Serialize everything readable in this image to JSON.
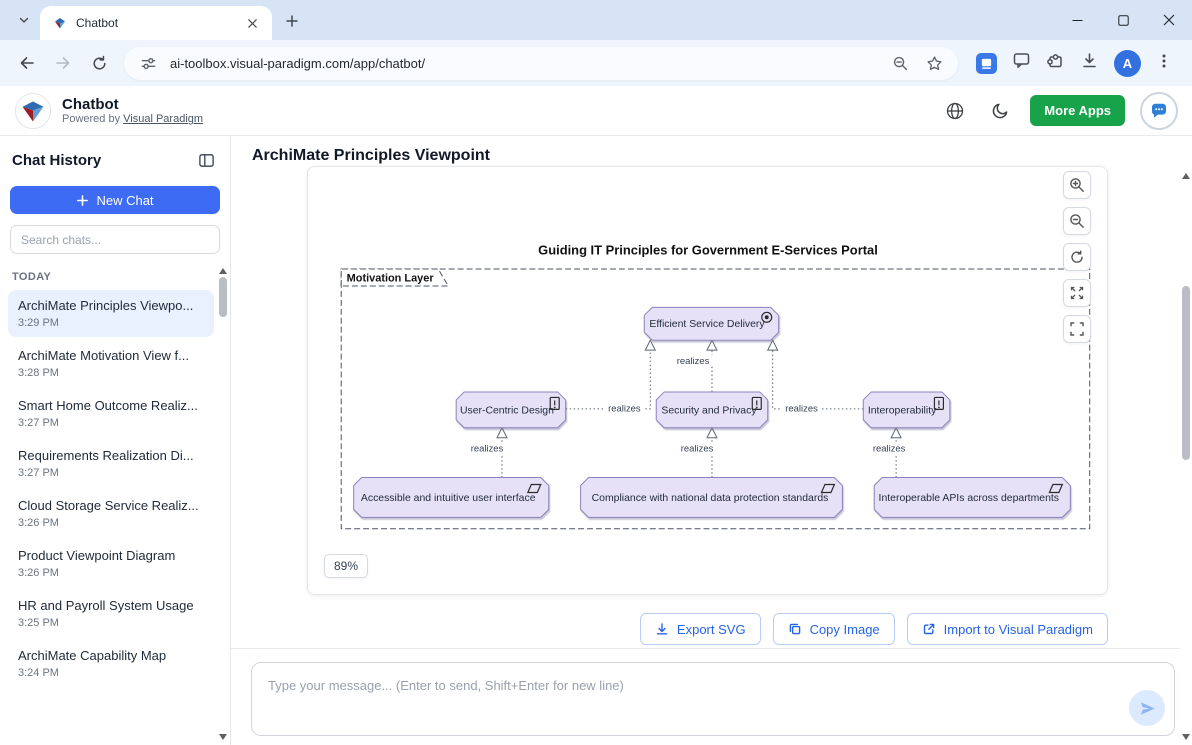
{
  "browser": {
    "tab_title": "Chatbot",
    "url": "ai-toolbox.visual-paradigm.com/app/chatbot/",
    "profile_initial": "A"
  },
  "header": {
    "app_title": "Chatbot",
    "powered_by": "Powered by",
    "brand_link": "Visual Paradigm",
    "more_apps": "More Apps"
  },
  "sidebar": {
    "title": "Chat History",
    "new_chat": "New Chat",
    "search_placeholder": "Search chats...",
    "section": "TODAY",
    "chats": [
      {
        "title": "ArchiMate Principles Viewpo...",
        "time": "3:29 PM"
      },
      {
        "title": "ArchiMate Motivation View f...",
        "time": "3:28 PM"
      },
      {
        "title": "Smart Home Outcome Realiz...",
        "time": "3:27 PM"
      },
      {
        "title": "Requirements Realization Di...",
        "time": "3:27 PM"
      },
      {
        "title": "Cloud Storage Service Realiz...",
        "time": "3:26 PM"
      },
      {
        "title": "Product Viewpoint Diagram",
        "time": "3:26 PM"
      },
      {
        "title": "HR and Payroll System Usage",
        "time": "3:25 PM"
      },
      {
        "title": "ArchiMate Capability Map",
        "time": "3:24 PM"
      }
    ]
  },
  "main": {
    "page_title": "ArchiMate Principles Viewpoint",
    "zoom_level": "89%",
    "export_svg": "Export SVG",
    "copy_image": "Copy Image",
    "import_vp": "Import to Visual Paradigm",
    "composer_placeholder": "Type your message... (Enter to send, Shift+Enter for new line)"
  },
  "diagram": {
    "title": "Guiding IT Principles for Government E-Services Portal",
    "group": "Motivation Layer",
    "goal": "Efficient Service Delivery",
    "principles": [
      "User-Centric Design",
      "Security and Privacy",
      "Interoperability"
    ],
    "requirements": [
      "Accessible and intuitive user interface",
      "Compliance with national data protection standards",
      "Interoperable APIs across departments"
    ],
    "relation": "realizes",
    "node_fill": "#e7e1f8",
    "node_stroke": "#8c81bb",
    "accent_blue": "#2563eb"
  }
}
